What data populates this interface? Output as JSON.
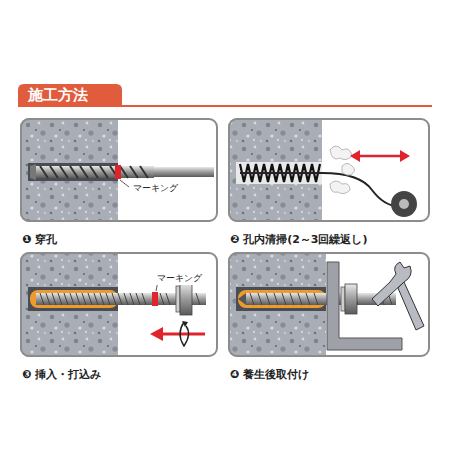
{
  "diagram": {
    "title": "施工方法",
    "nodes": [
      {
        "text": [
          "マーキング",
          "❶ 穿孔"
        ]
      },
      {
        "text": [
          "❷ 孔内清掃(2～3回繰返し)"
        ]
      },
      {
        "text": [
          "マーキング",
          "❸ 挿入・打込み"
        ]
      },
      {
        "text": [
          "❹ 養生後取付け"
        ]
      }
    ]
  }
}
